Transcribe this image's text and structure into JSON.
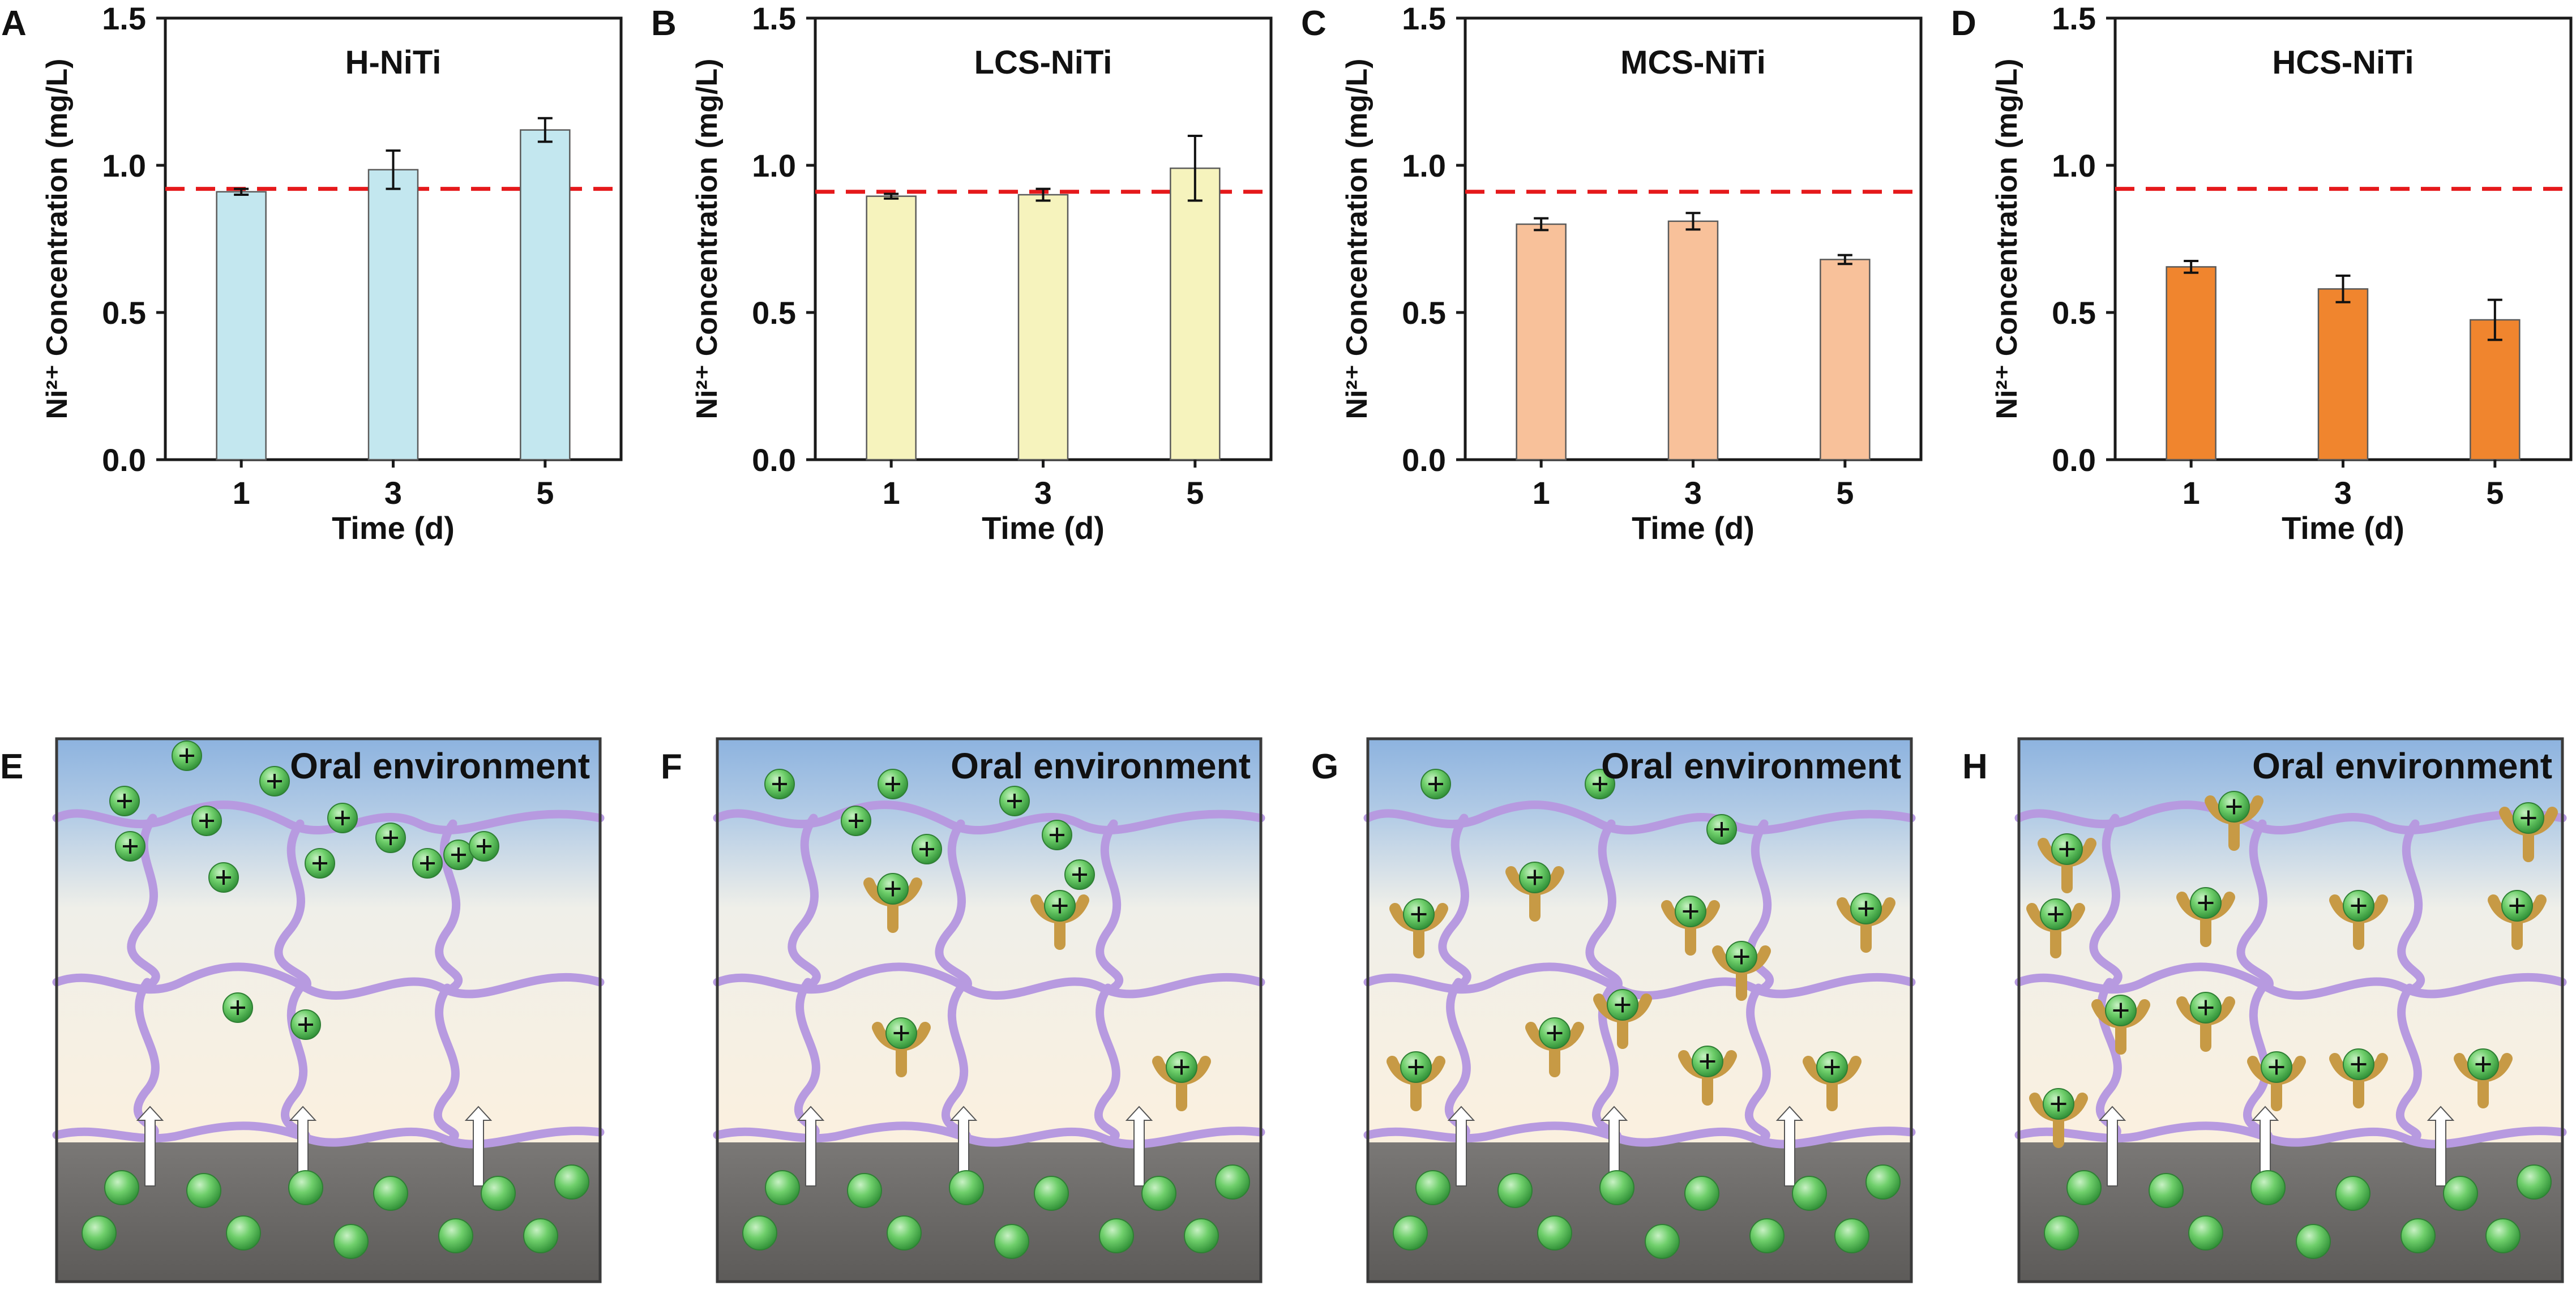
{
  "chart_data": [
    {
      "type": "bar",
      "panel": "A",
      "title": "H-NiTi",
      "xlabel": "Time (d)",
      "ylabel": "Ni²⁺ Concentration (mg/L)",
      "categories": [
        "1",
        "3",
        "5"
      ],
      "values": [
        0.91,
        0.985,
        1.12
      ],
      "errors": [
        0.01,
        0.065,
        0.04
      ],
      "ylim": [
        0,
        1.5
      ],
      "yticks": [
        "0.0",
        "0.5",
        "1.0",
        "1.5"
      ],
      "reference_line": 0.92,
      "bar_color": "#c3e7ef",
      "reference_color": "#e5191b"
    },
    {
      "type": "bar",
      "panel": "B",
      "title": "LCS-NiTi",
      "xlabel": "Time (d)",
      "ylabel": "Ni²⁺ Concentration (mg/L)",
      "categories": [
        "1",
        "3",
        "5"
      ],
      "values": [
        0.895,
        0.9,
        0.99
      ],
      "errors": [
        0.008,
        0.02,
        0.11
      ],
      "ylim": [
        0,
        1.5
      ],
      "yticks": [
        "0.0",
        "0.5",
        "1.0",
        "1.5"
      ],
      "reference_line": 0.91,
      "bar_color": "#f6f3bd",
      "reference_color": "#e5191b"
    },
    {
      "type": "bar",
      "panel": "C",
      "title": "MCS-NiTi",
      "xlabel": "Time (d)",
      "ylabel": "Ni²⁺ Concentration (mg/L)",
      "categories": [
        "1",
        "3",
        "5"
      ],
      "values": [
        0.8,
        0.81,
        0.68
      ],
      "errors": [
        0.02,
        0.028,
        0.015
      ],
      "ylim": [
        0,
        1.5
      ],
      "yticks": [
        "0.0",
        "0.5",
        "1.0",
        "1.5"
      ],
      "reference_line": 0.91,
      "bar_color": "#f8c19a",
      "reference_color": "#e5191b"
    },
    {
      "type": "bar",
      "panel": "D",
      "title": "HCS-NiTi",
      "xlabel": "Time (d)",
      "ylabel": "Ni²⁺ Concentration (mg/L)",
      "categories": [
        "1",
        "3",
        "5"
      ],
      "values": [
        0.655,
        0.58,
        0.475
      ],
      "errors": [
        0.02,
        0.045,
        0.068
      ],
      "ylim": [
        0,
        1.5
      ],
      "yticks": [
        "0.0",
        "0.5",
        "1.0",
        "1.5"
      ],
      "reference_line": 0.92,
      "bar_color": "#f0852e",
      "reference_color": "#e5191b"
    }
  ],
  "schematics": [
    {
      "panel": "E",
      "caption": "Oral environment",
      "free_ions": 14,
      "bound_ions": 0
    },
    {
      "panel": "F",
      "caption": "Oral environment",
      "free_ions": 7,
      "bound_ions": 4
    },
    {
      "panel": "G",
      "caption": "Oral environment",
      "free_ions": 3,
      "bound_ions": 10
    },
    {
      "panel": "H",
      "caption": "Oral environment",
      "free_ions": 0,
      "bound_ions": 13
    }
  ],
  "colors": {
    "ion_green": "#5fc35f",
    "ion_green_dark": "#2f8f36",
    "polymer": "#b79ae0",
    "chitosan": "#c79a45",
    "substrate": "#6f6d6b",
    "sky_top": "#8db3df",
    "solution": "#faf0e0",
    "arrow": "#ffffff"
  }
}
